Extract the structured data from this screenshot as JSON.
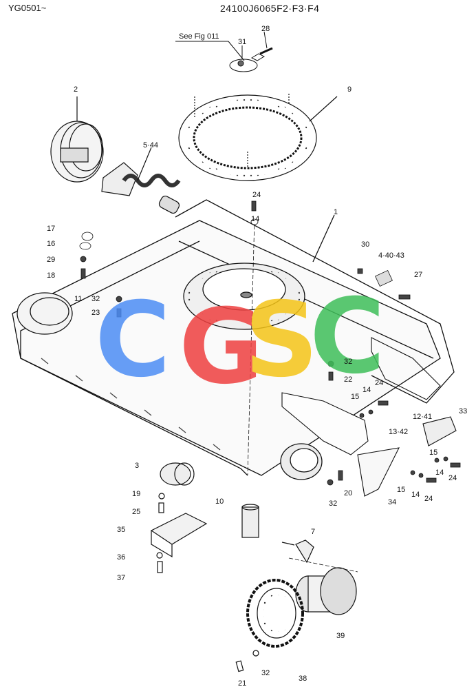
{
  "header": {
    "serial_range": "YG0501~",
    "part_code": "24100J6065F2·F3·F4"
  },
  "reference_note": "See Fig 011",
  "watermark": {
    "letters": [
      "C",
      "G",
      "S",
      "C"
    ],
    "colors": [
      "#4d8df5",
      "#ef4040",
      "#f5c518",
      "#3fbf5a"
    ]
  },
  "callouts": [
    "28",
    "31",
    "2",
    "9",
    "5·44",
    "24",
    "14",
    "1",
    "17",
    "16",
    "29",
    "18",
    "30",
    "4·40·43",
    "27",
    "11",
    "32",
    "23",
    "32",
    "22",
    "15",
    "14",
    "24",
    "12·41",
    "13·42",
    "33",
    "15",
    "14",
    "24",
    "15",
    "14",
    "24",
    "34",
    "3",
    "19",
    "25",
    "10",
    "20",
    "32",
    "35",
    "36",
    "37",
    "7",
    "39",
    "38",
    "32",
    "21"
  ]
}
